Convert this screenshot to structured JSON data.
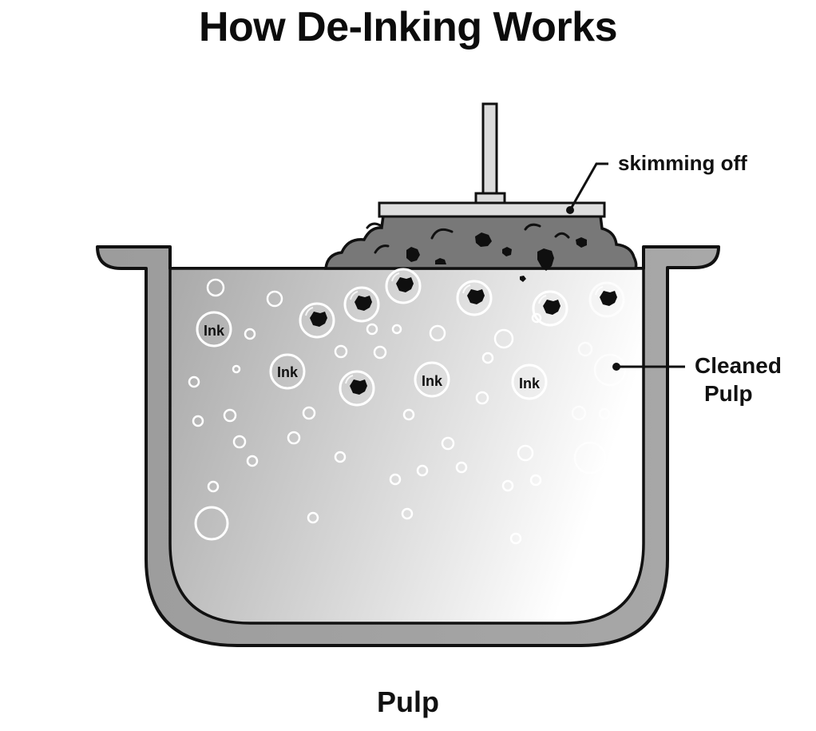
{
  "title": "How De-Inking Works",
  "labels": {
    "skimming": "skimming off",
    "cleaned_line1": "Cleaned",
    "cleaned_line2": "Pulp",
    "bottom": "Pulp"
  },
  "ink_bubble_text": "Ink",
  "colors": {
    "tank_wall": "#a3a3a3",
    "outline": "#111111",
    "froth": "#777777",
    "skimmer": "#dcdcdc",
    "pulp_dark": "#a9a9a9",
    "pulp_light": "#ffffff",
    "bubble": "#ffffff",
    "ink": "#0f0f0f"
  }
}
